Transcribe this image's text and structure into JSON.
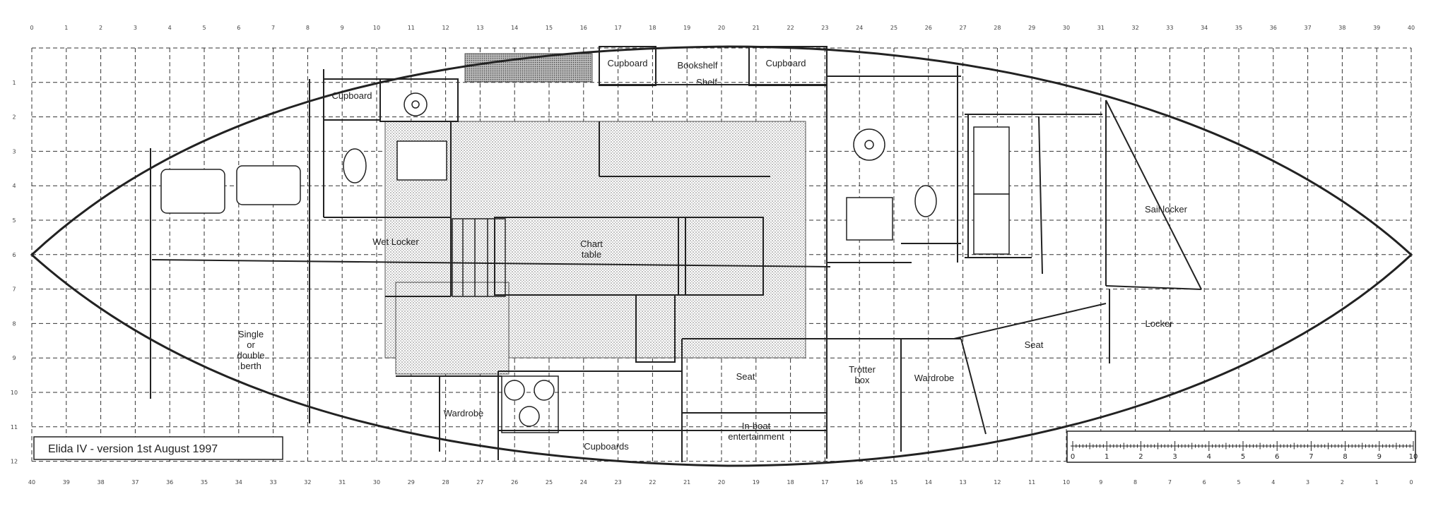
{
  "caption": "Elida IV  -  version 1st August 1997",
  "grid": {
    "top_numbers": [
      "0",
      "1",
      "2",
      "3",
      "4",
      "5",
      "6",
      "7",
      "8",
      "9",
      "10",
      "11",
      "12",
      "13",
      "14",
      "15",
      "16",
      "17",
      "18",
      "19",
      "20",
      "21",
      "22",
      "23",
      "24",
      "25",
      "26",
      "27",
      "28",
      "29",
      "30",
      "31",
      "32",
      "33",
      "34",
      "35",
      "36",
      "37",
      "38",
      "39",
      "40"
    ],
    "bottom_numbers": [
      "40",
      "39",
      "38",
      "37",
      "36",
      "35",
      "34",
      "33",
      "32",
      "31",
      "30",
      "29",
      "28",
      "27",
      "26",
      "25",
      "24",
      "23",
      "22",
      "21",
      "20",
      "19",
      "18",
      "17",
      "16",
      "15",
      "14",
      "13",
      "12",
      "11",
      "10",
      "9",
      "8",
      "7",
      "6",
      "5",
      "4",
      "3",
      "2",
      "1",
      "0"
    ],
    "side_numbers": [
      "1",
      "2",
      "3",
      "4",
      "5",
      "6",
      "7",
      "8",
      "9",
      "10",
      "11",
      "12"
    ]
  },
  "rooms": {
    "cupboard_fwd_left": "Cupboard",
    "bookshelf": "Bookshelf",
    "cupboard_fwd_right": "Cupboard",
    "shelf": "Shelf",
    "cupboard_aft": "Cupboard",
    "wet_locker": "Wet Locker",
    "chart_table": [
      "Chart",
      "table"
    ],
    "sail_locker": "Sail locker",
    "locker": "Locker",
    "seat_right": "Seat",
    "seat_mid": "Seat",
    "single_berth": [
      "Single",
      "or",
      "double",
      "berth"
    ],
    "trotter_box": [
      "Trotter",
      "box"
    ],
    "wardrobe_fwd": "Wardrobe",
    "wardrobe_aft": "Wardrobe",
    "cupboards": "Cupboards",
    "entertainment": [
      "In-boat",
      "entertainment"
    ]
  },
  "scale": {
    "labels": [
      "0",
      "1",
      "2",
      "3",
      "4",
      "5",
      "6",
      "7",
      "8",
      "9",
      "10"
    ]
  }
}
